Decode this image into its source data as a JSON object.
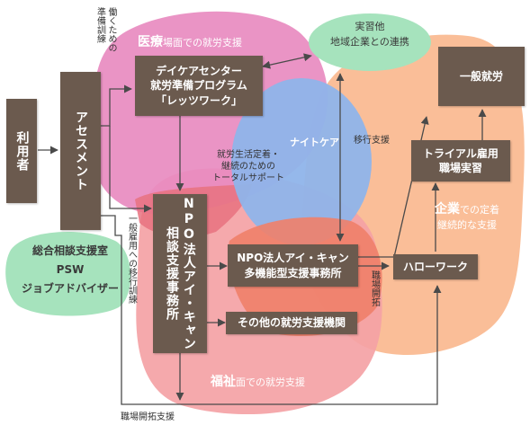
{
  "nodes": {
    "user": "利用者",
    "assessment": "アセスメント",
    "daycare": "デイケアセンター\n就労準備プログラム\n「レッツワーク」",
    "npo_consult": "NPO法人アイ・キャン\n相談支援事務所",
    "npo_multi": "NPO法人アイ・キャン\n多機能型支援事務所",
    "other_support": "その他の就労支援機関",
    "hello_work": "ハローワーク",
    "trial": "トライアル雇用\n職場実習",
    "general_employment": "一般就労"
  },
  "regions": {
    "medical_strong": "医療",
    "medical_rest": "場面での就労支援",
    "welfare_strong": "福祉",
    "welfare_rest": "面での就労支援",
    "enterprise_strong": "企業",
    "enterprise_rest": "での定着",
    "enterprise_line2": "継続的な支援",
    "night_care": "ナイトケア",
    "practical": "実習他\n地域企業との連携",
    "support_center": "総合相談支援室\nPSW\nジョブアドバイザー"
  },
  "labels": {
    "work_prep": "働くための\n準備訓練",
    "life_support": "就労生活定着・\n継続のための\nトータルサポート",
    "transition": "移行支援",
    "general_transition": "一般雇用への移行訓練",
    "job_dev_v": "職場開拓",
    "job_dev_support": "職場開拓支援"
  },
  "colors": {
    "box": "#6b5a4e",
    "medical": "#e88bc0",
    "welfare": "#f4a2a5",
    "enterprise": "#f9b58a",
    "night": "#8fb4ea",
    "overlap": "#e8727f",
    "green": "#a6e3bd",
    "arrow": "#4a4a4a"
  }
}
